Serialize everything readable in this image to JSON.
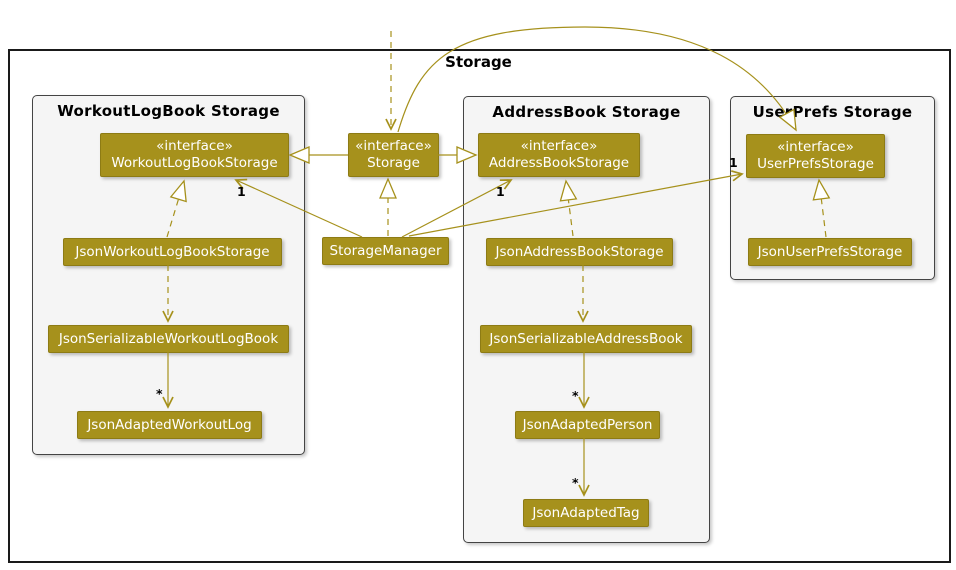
{
  "frame": {
    "title": "Storage"
  },
  "colors": {
    "accent": "#A6911C",
    "package_bg": "#F5F5F5",
    "package_border": "#444444",
    "frame_border": "#1A1A1A",
    "class_text": "#FFFFFF",
    "label_text": "#000000"
  },
  "packages": {
    "workout": {
      "title": "WorkoutLogBook Storage"
    },
    "address": {
      "title": "AddressBook Storage"
    },
    "userprefs": {
      "title": "UserPrefs Storage"
    }
  },
  "classes": {
    "storage_if": {
      "stereotype": "«interface»",
      "name": "Storage"
    },
    "workoutlogbook_if": {
      "stereotype": "«interface»",
      "name": "WorkoutLogBookStorage"
    },
    "addressbook_if": {
      "stereotype": "«interface»",
      "name": "AddressBookStorage"
    },
    "userprefs_if": {
      "stereotype": "«interface»",
      "name": "UserPrefsStorage"
    },
    "storage_manager": {
      "name": "StorageManager"
    },
    "json_workoutlogbook_storage": {
      "name": "JsonWorkoutLogBookStorage"
    },
    "json_addressbook_storage": {
      "name": "JsonAddressBookStorage"
    },
    "json_userprefs_storage": {
      "name": "JsonUserPrefsStorage"
    },
    "json_serializable_workoutlogbook": {
      "name": "JsonSerializableWorkoutLogBook"
    },
    "json_serializable_addressbook": {
      "name": "JsonSerializableAddressBook"
    },
    "json_adapted_workoutlog": {
      "name": "JsonAdaptedWorkoutLog"
    },
    "json_adapted_person": {
      "name": "JsonAdaptedPerson"
    },
    "json_adapted_tag": {
      "name": "JsonAdaptedTag"
    }
  },
  "multiplicities": {
    "storagemanager_to_workoutlogbook": "1",
    "storagemanager_to_addressbook": "1",
    "storagemanager_to_userprefs": "1",
    "serializable_to_workoutlog": "*",
    "serializable_to_person": "*",
    "person_to_tag": "*"
  }
}
